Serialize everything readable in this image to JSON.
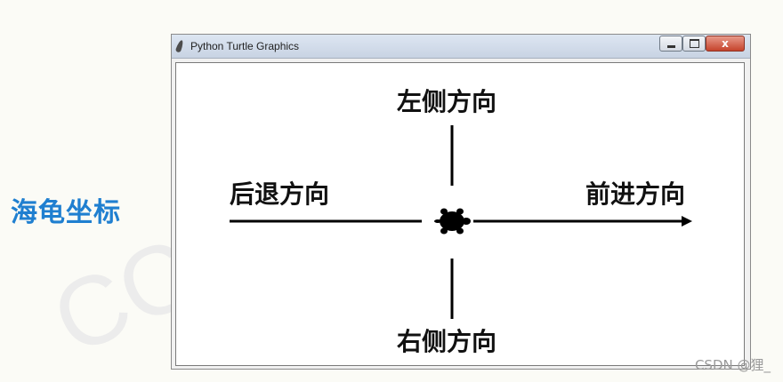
{
  "slide": {
    "title": "海龟坐标",
    "title_color": "#1f7fd0"
  },
  "window": {
    "title": "Python Turtle Graphics",
    "icon": "feather-icon",
    "close_glyph": "x"
  },
  "canvas": {
    "labels": {
      "left_direction": "左侧方向",
      "backward_direction": "后退方向",
      "forward_direction": "前进方向",
      "right_direction": "右侧方向"
    }
  },
  "watermark": "CSDN @狸_"
}
